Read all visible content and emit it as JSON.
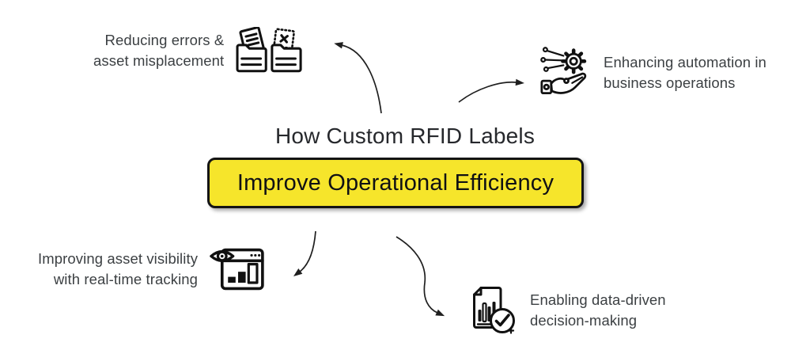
{
  "diagram": {
    "title_line": "How Custom RFID Labels",
    "highlight_label": "Improve Operational Efficiency"
  },
  "items": [
    {
      "id": "reducing-errors",
      "position": "top-left",
      "icon": "folders-missing-file-icon",
      "lines": [
        "Reducing errors &",
        "asset misplacement"
      ]
    },
    {
      "id": "enhancing-automation",
      "position": "top-right",
      "icon": "hand-gear-icon",
      "lines": [
        "Enhancing automation in",
        "business operations"
      ]
    },
    {
      "id": "improving-visibility",
      "position": "bottom-left",
      "icon": "eye-analytics-window-icon",
      "lines": [
        "Improving asset visibility",
        "with real-time tracking"
      ]
    },
    {
      "id": "enabling-decisions",
      "position": "bottom-right",
      "icon": "report-checkmark-icon",
      "lines": [
        "Enabling data-driven",
        "decision-making"
      ]
    }
  ],
  "colors": {
    "background": "#ffffff",
    "highlight_fill": "#f6e52b",
    "outline": "#141414",
    "label_text": "#3c4043",
    "title_text": "#26282c",
    "arrow": "#1f1f1f"
  }
}
